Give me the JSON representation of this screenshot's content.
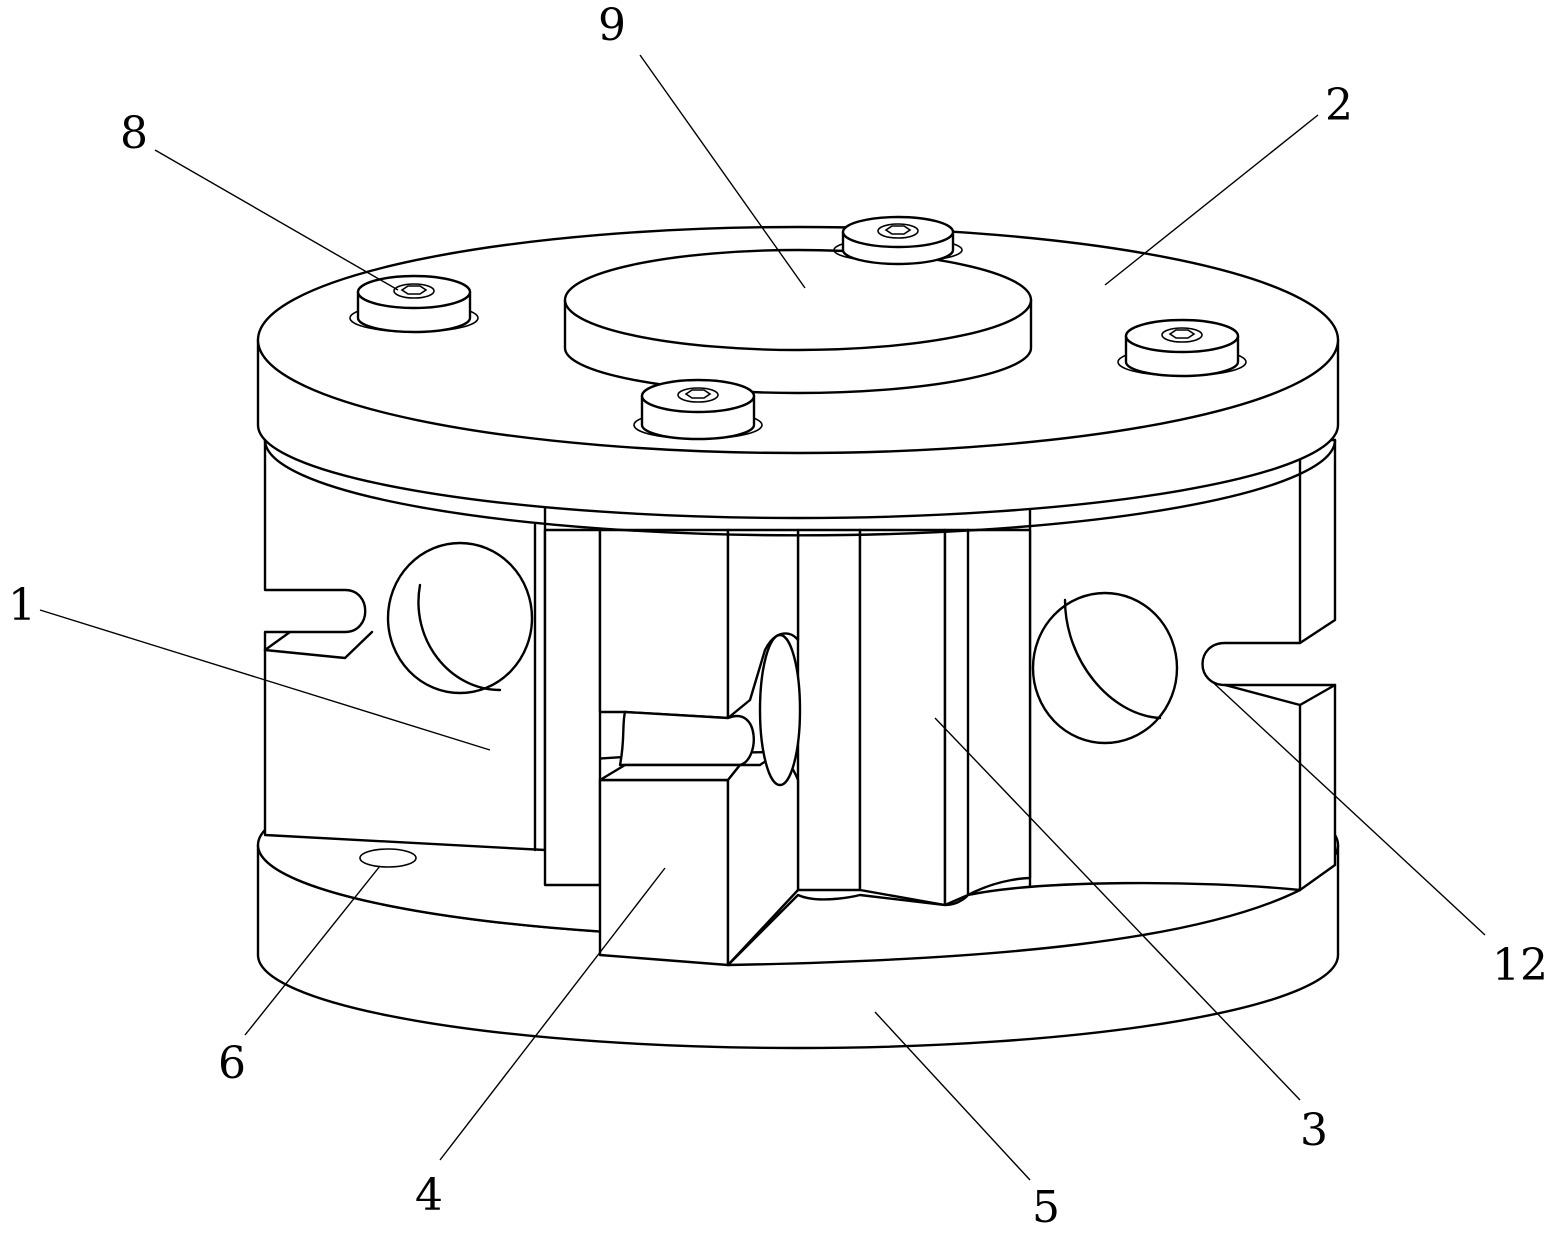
{
  "callouts": [
    {
      "id": "1",
      "text": "1"
    },
    {
      "id": "2",
      "text": "2"
    },
    {
      "id": "3",
      "text": "3"
    },
    {
      "id": "4",
      "text": "4"
    },
    {
      "id": "5",
      "text": "5"
    },
    {
      "id": "6",
      "text": "6"
    },
    {
      "id": "8",
      "text": "8"
    },
    {
      "id": "9",
      "text": "9"
    },
    {
      "id": "12",
      "text": "12"
    }
  ]
}
